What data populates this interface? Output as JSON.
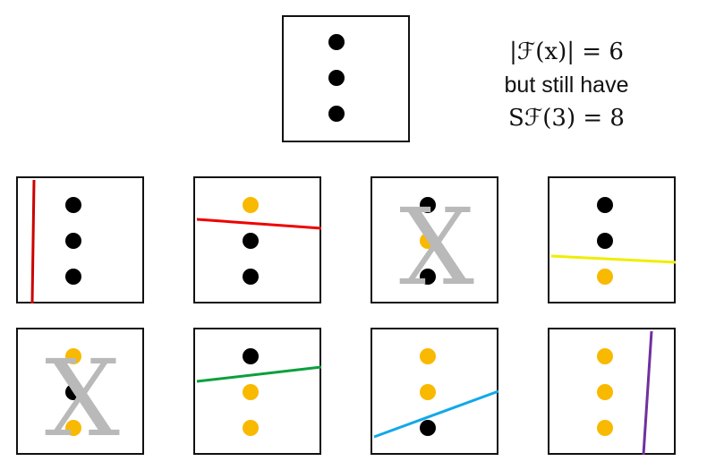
{
  "colors": {
    "on": "#000000",
    "off": "#f9b900",
    "border": "#111111",
    "cross": "#b9b9b9"
  },
  "caption": {
    "line1": "|ℱ(x)| = 6",
    "line2": "but still have",
    "line3": "Sℱ(3) = 8"
  },
  "top_points": [
    "black",
    "black",
    "black"
  ],
  "dichotomies": [
    {
      "labels": [
        "black",
        "black",
        "black"
      ],
      "line_color": "#cc0000",
      "achievable": true
    },
    {
      "labels": [
        "yellow",
        "black",
        "black"
      ],
      "line_color": "#ee0000",
      "achievable": true
    },
    {
      "labels": [
        "black",
        "yellow",
        "black"
      ],
      "line_color": "",
      "achievable": false,
      "mark": "X"
    },
    {
      "labels": [
        "black",
        "black",
        "yellow"
      ],
      "line_color": "#eeee00",
      "achievable": true
    },
    {
      "labels": [
        "yellow",
        "black",
        "yellow"
      ],
      "line_color": "",
      "achievable": false,
      "mark": "X"
    },
    {
      "labels": [
        "black",
        "yellow",
        "yellow"
      ],
      "line_color": "#0aa03c",
      "achievable": true
    },
    {
      "labels": [
        "yellow",
        "yellow",
        "black"
      ],
      "line_color": "#12a8e8",
      "achievable": true
    },
    {
      "labels": [
        "yellow",
        "yellow",
        "yellow"
      ],
      "line_color": "#7030a0",
      "achievable": true
    }
  ]
}
